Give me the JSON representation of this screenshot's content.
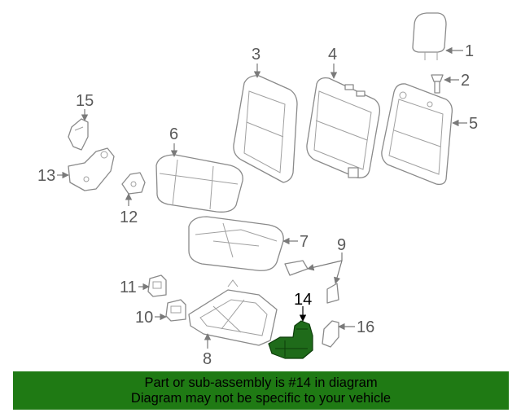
{
  "colors": {
    "highlight": "#1f7a14",
    "banner_bg": "#1f7a14",
    "banner_text": "#000000",
    "line": "#8a8a8a"
  },
  "callouts": {
    "c1": "1",
    "c2": "2",
    "c3": "3",
    "c4": "4",
    "c5": "5",
    "c6": "6",
    "c7": "7",
    "c8": "8",
    "c9": "9",
    "c10": "10",
    "c11": "11",
    "c12": "12",
    "c13": "13",
    "c14": "14",
    "c15": "15",
    "c16": "16"
  },
  "highlighted_part": "14",
  "banner": {
    "line1": "Part or sub-assembly is #14 in diagram",
    "line2": "Diagram may not be specific to your vehicle"
  }
}
